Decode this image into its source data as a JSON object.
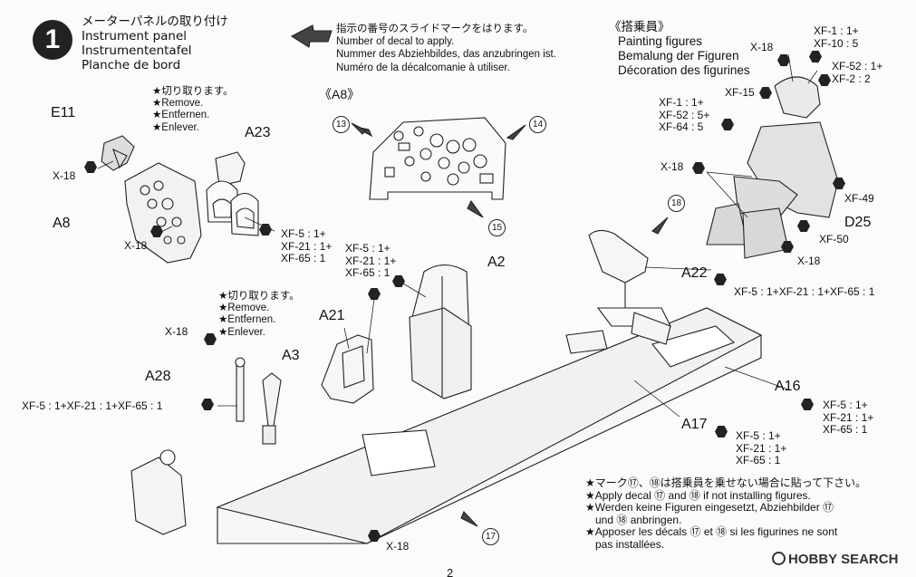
{
  "step": {
    "number": "1",
    "title_jp": "メーターパネルの取り付け",
    "title_en": "Instrument panel",
    "title_de": "Instrumententafel",
    "title_fr": "Planche de bord"
  },
  "decal_note": {
    "jp": "指示の番号のスライドマークをはります。",
    "en": "Number of decal to apply.",
    "de": "Nummer des Abziehbildes, das anzubringen ist.",
    "fr": "Numéro de la décalcomanie à utiliser."
  },
  "figures": {
    "jp": "《搭乗員》",
    "en": "Painting figures",
    "de": "Bemalung der Figuren",
    "fr": "Décoration des figurines"
  },
  "remove_note_1": {
    "jp": "★切り取ります。",
    "en": "★Remove.",
    "de": "★Entfernen.",
    "fr": "★Enlever."
  },
  "remove_note_2": {
    "jp": "★切り取ります。",
    "en": "★Remove.",
    "de": "★Entfernen.",
    "fr": "★Enlever."
  },
  "detail_label": "《A8》",
  "parts": {
    "e11": "E11",
    "a23": "A23",
    "a8": "A8",
    "a2": "A2",
    "a21": "A21",
    "a3": "A3",
    "a28": "A28",
    "a22": "A22",
    "a16": "A16",
    "a17": "A17",
    "d25": "D25"
  },
  "decals": {
    "n13": "13",
    "n14": "14",
    "n15": "15",
    "n18": "18",
    "n17": "17"
  },
  "colors": {
    "x18": "X-18",
    "a23_1": "XF-5 : 1+",
    "a23_2": "XF-21 : 1+",
    "a23_3": "XF-65 : 1",
    "a21_1": "XF-5 : 1+",
    "a21_2": "XF-21 : 1+",
    "a21_3": "XF-65 : 1",
    "a28": "XF-5 : 1+XF-21 : 1+XF-65 : 1",
    "a22": "XF-5 : 1+XF-21 : 1+XF-65 : 1",
    "a16_1": "XF-5 : 1+",
    "a16_2": "XF-21 : 1+",
    "a16_3": "XF-65 : 1",
    "a17_1": "XF-5 : 1+",
    "a17_2": "XF-21 : 1+",
    "a17_3": "XF-65 : 1",
    "fig_xf1": "XF-1 : 1+",
    "fig_xf10": "XF-10 : 5",
    "fig_xf52": "XF-52 : 1+",
    "fig_xf2": "XF-2 : 2",
    "fig_xf15": "XF-15",
    "fig_b1": "XF-1 : 1+",
    "fig_b2": "XF-52 : 5+",
    "fig_b3": "XF-64 : 5",
    "fig_xf49": "XF-49",
    "fig_xf50": "XF-50"
  },
  "bottom_note": {
    "jp": "★マーク⑰、⑱は搭乗員を乗せない場合に貼って下さい。",
    "en": "★Apply decal ⑰ and ⑱ if not installing figures.",
    "de1": "★Werden keine Figuren eingesetzt, Abziehbilder ⑰",
    "de2": "und ⑱ anbringen.",
    "fr1": "★Apposer les décals ⑰ et ⑱ si les figurines ne sont",
    "fr2": "pas installées."
  },
  "watermark": "HOBBY SEARCH",
  "page_number": "2"
}
